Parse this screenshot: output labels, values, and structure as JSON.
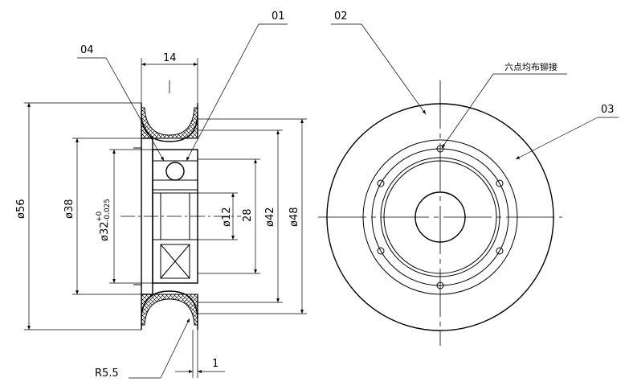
{
  "callouts": {
    "part_01": "01",
    "part_02": "02",
    "part_03": "03",
    "part_04": "04",
    "rivet_note": "六点均布铆接"
  },
  "dimensions": {
    "width_14": "14",
    "dia_56": "ø56",
    "dia_38": "ø38",
    "dia_32_base": "ø32",
    "dia_32_upper": "+0",
    "dia_32_lower": "-0.025",
    "dia_12": "ø12",
    "len_28": "28",
    "dia_42": "ø42",
    "dia_48": "ø48",
    "radius": "R5.5",
    "gap_1": "1"
  }
}
